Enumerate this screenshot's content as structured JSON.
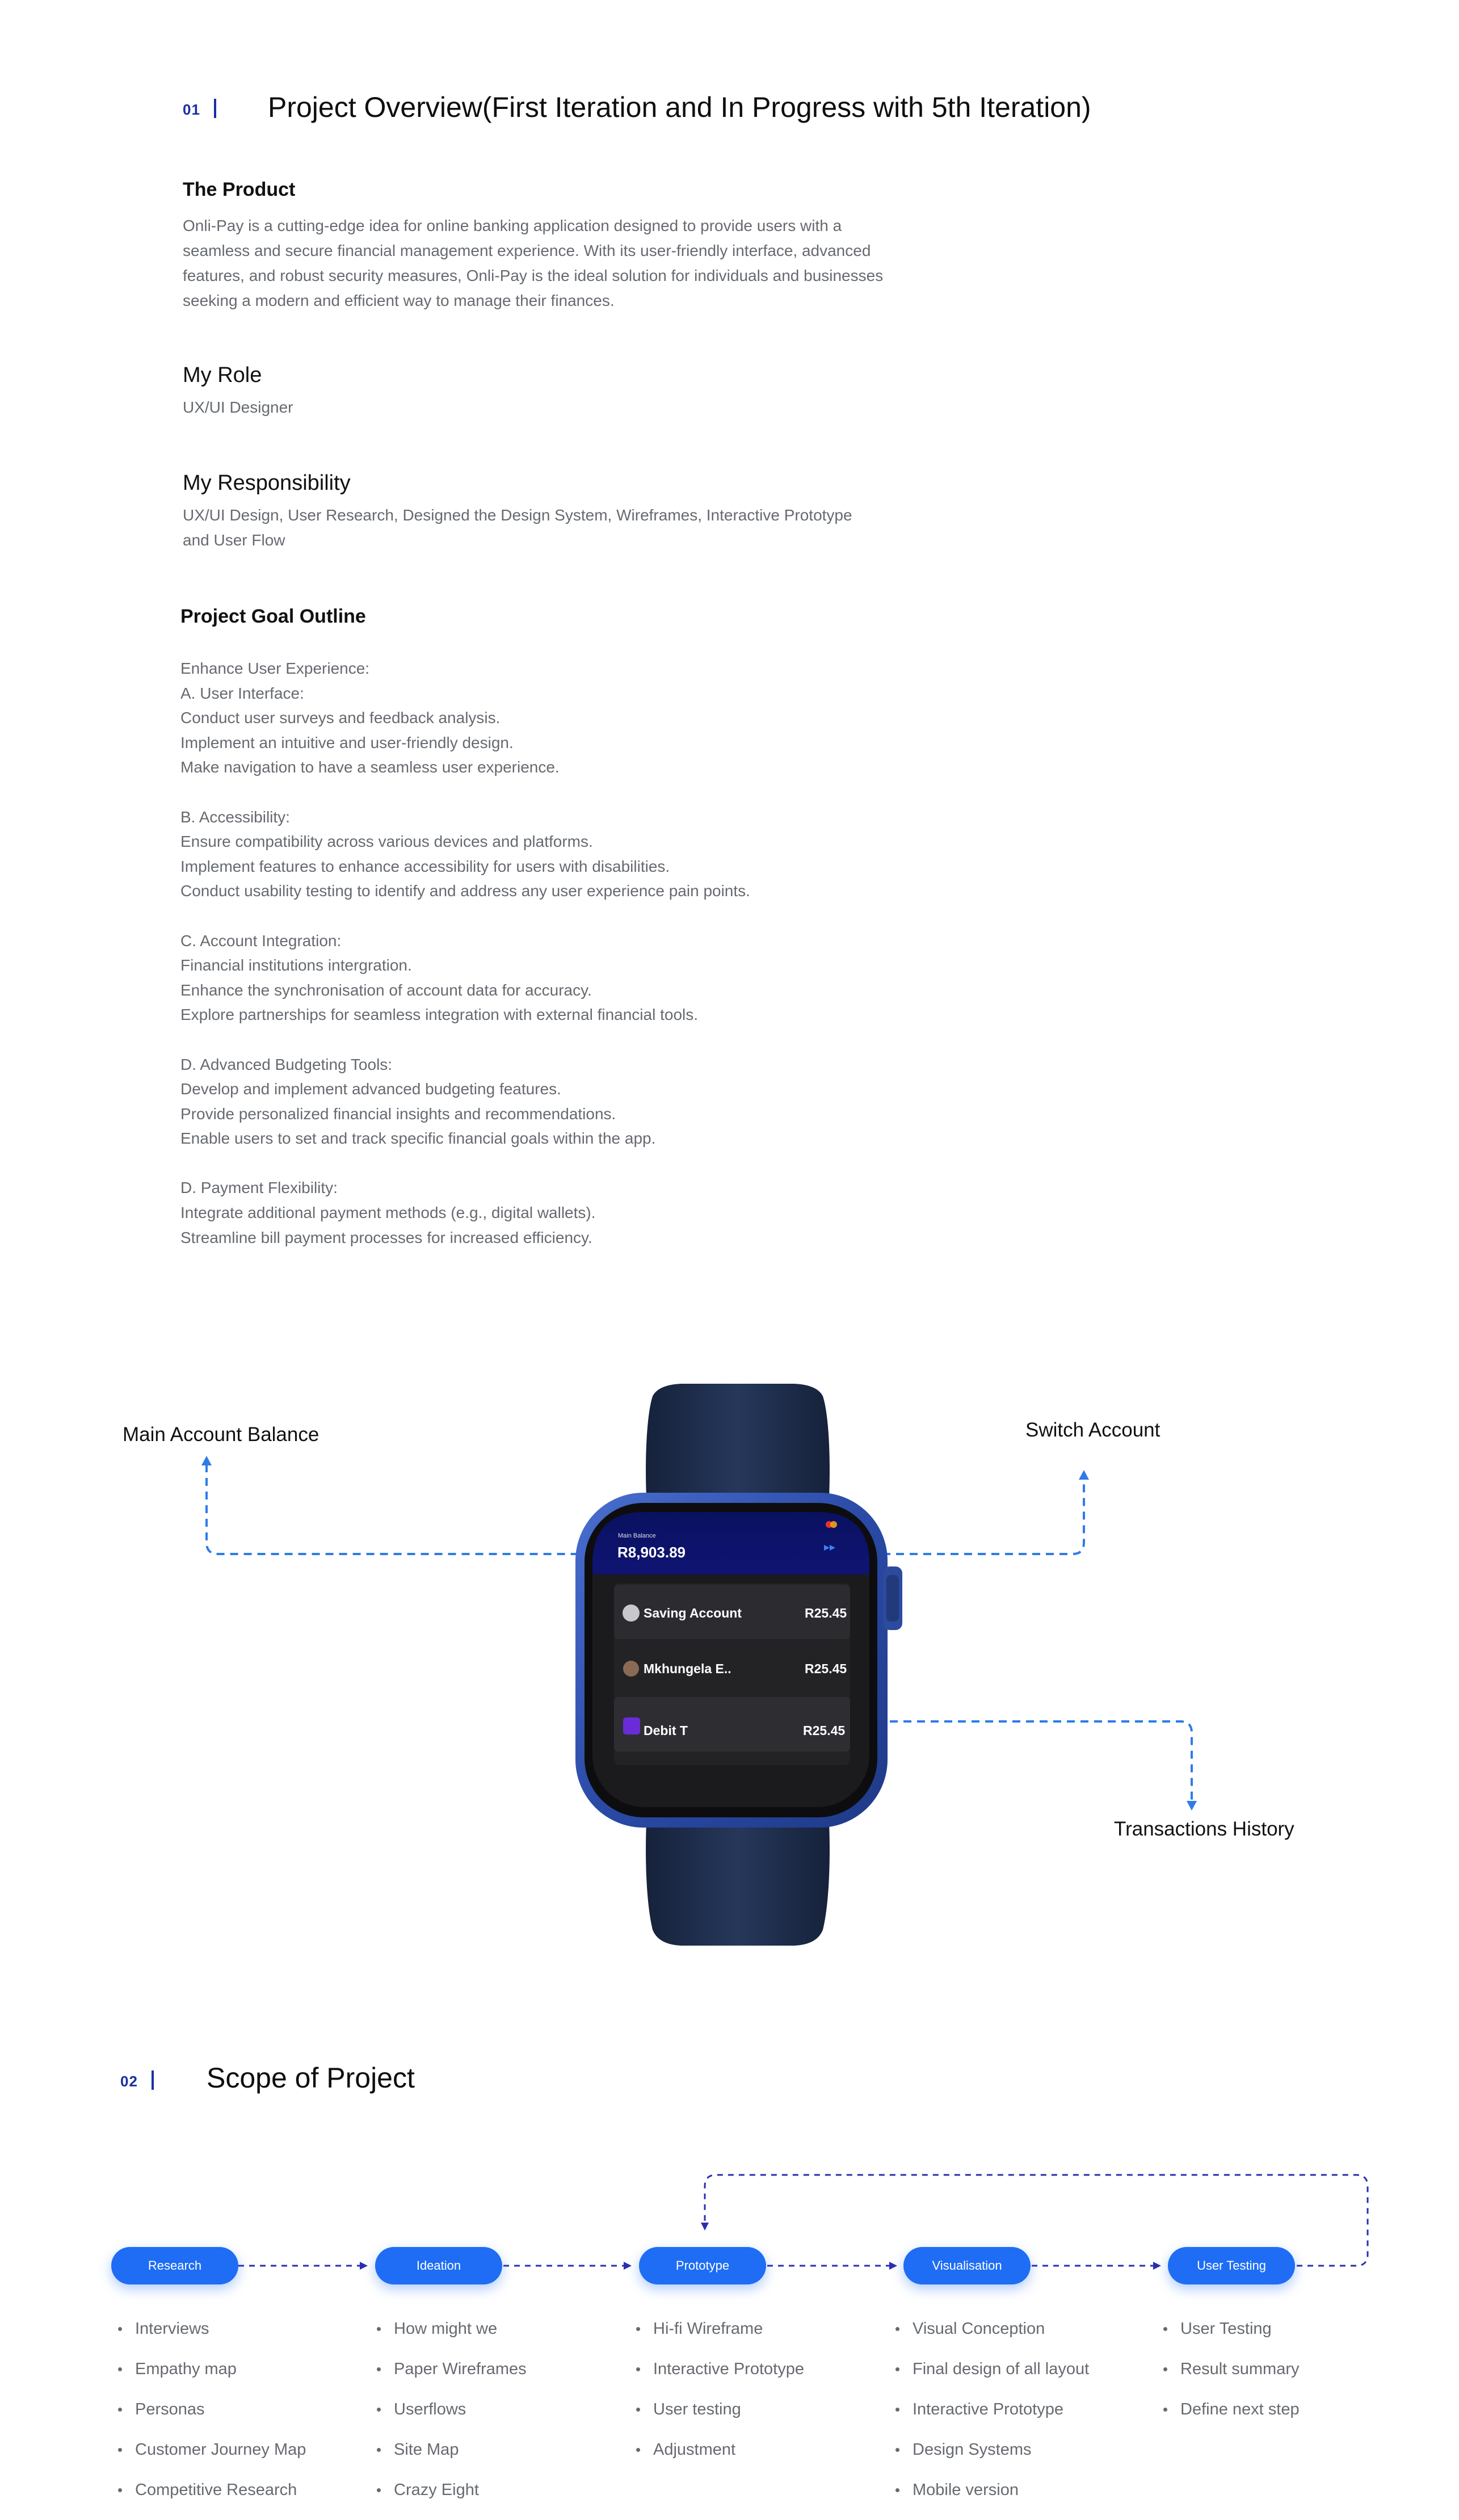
{
  "overview": {
    "number": "01",
    "title": "Project  Overview(First Iteration and In Progress with 5th Iteration)",
    "product_heading": "The Product",
    "product_lines": [
      "Onli-Pay is a cutting-edge idea for online banking application designed to provide users with a",
      "seamless and secure financial management experience. With its user-friendly interface, advanced",
      "features, and robust security measures, Onli-Pay is the ideal solution for individuals and businesses",
      "seeking a modern and efficient way to manage their finances."
    ],
    "role_heading": "My Role",
    "role_text": "UX/UI Designer",
    "resp_heading": "My Responsibility",
    "resp_lines": [
      "UX/UI Design, User Research, Designed the Design System, Wireframes, Interactive Prototype",
      "and User Flow"
    ],
    "goal_heading": "Project Goal Outline",
    "goal_lines": [
      "Enhance User Experience:",
      "A. User Interface:",
      "Conduct user surveys and feedback analysis.",
      "Implement an intuitive and user-friendly design.",
      "Make navigation to have a seamless user experience.",
      "",
      "B. Accessibility:",
      "Ensure compatibility across various devices and platforms.",
      "Implement features to enhance accessibility for users with disabilities.",
      "Conduct usability testing to identify and address any user experience pain points.",
      "",
      "C. Account Integration:",
      "Financial institutions intergration.",
      "Enhance the synchronisation of account data for accuracy.",
      "Explore partnerships for seamless integration with external financial tools.",
      "",
      "D. Advanced Budgeting Tools:",
      "Develop and implement advanced budgeting features.",
      "Provide personalized financial insights and recommendations.",
      "Enable users to set and track specific financial goals within the app.",
      "",
      "D. Payment Flexibility:",
      "Integrate additional payment methods (e.g., digital wallets).",
      "Streamline bill payment processes for increased efficiency."
    ]
  },
  "watch": {
    "callout_balance": "Main Account Balance",
    "callout_switch": "Switch Account",
    "callout_history": "Transactions History",
    "balance_label": "Main Balance",
    "balance_value": "R8,903.89",
    "rows": [
      {
        "name": "Saving Account",
        "amount": "R25.45"
      },
      {
        "name": "Mkhungela E..",
        "amount": "R25.45"
      },
      {
        "name": "Debit T",
        "amount": "R25.45"
      }
    ],
    "colors": {
      "screen_top": "#0a1160",
      "strap": "#1c2a45",
      "case": "#2e4fae",
      "accent": "#1e6df4"
    }
  },
  "scope": {
    "number": "02",
    "title": "Scope of Project",
    "columns": [
      {
        "stage": "Research",
        "items": [
          "Interviews",
          "Empathy map",
          "Personas",
          "Customer Journey Map",
          "Competitive Research"
        ]
      },
      {
        "stage": "Ideation",
        "items": [
          "How might we",
          "Paper Wireframes",
          "Userflows",
          "Site Map",
          "Crazy Eight"
        ]
      },
      {
        "stage": "Prototype",
        "items": [
          "Hi-fi Wireframe",
          "Interactive Prototype",
          "User testing",
          "Adjustment"
        ]
      },
      {
        "stage": "Visualisation",
        "items": [
          "Visual Conception",
          "Final design of all layout",
          "Interactive Prototype",
          "Design Systems",
          "Mobile version"
        ]
      },
      {
        "stage": "User Testing",
        "items": [
          "User Testing",
          "Result summary",
          "Define next step"
        ]
      }
    ]
  }
}
